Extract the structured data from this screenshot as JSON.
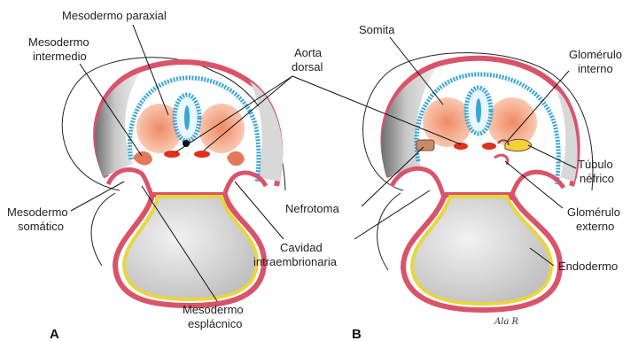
{
  "panel_a": {
    "letter": "A",
    "labels": {
      "mesodermo_paraxial": "Mesodermo paraxial",
      "mesodermo_intermedio_1": "Mesodermo",
      "mesodermo_intermedio_2": "intermedio",
      "aorta_dorsal_1": "Aorta",
      "aorta_dorsal_2": "dorsal",
      "mesodermo_somatico_1": "Mesodermo",
      "mesodermo_somatico_2": "somático",
      "mesodermo_esplacnico_1": "Mesodermo",
      "mesodermo_esplacnico_2": "esplácnico"
    }
  },
  "panel_b": {
    "letter": "B",
    "labels": {
      "somita": "Somita",
      "glomerulo_interno_1": "Glomérulo",
      "glomerulo_interno_2": "interno",
      "tubulo_nefrico_1": "Túbulo",
      "tubulo_nefrico_2": "néfrico",
      "nefrotoma": "Nefrotoma",
      "glomerulo_externo_1": "Glomérulo",
      "glomerulo_externo_2": "externo",
      "cavidad_1": "Cavidad",
      "cavidad_2": "intraembrionaria",
      "endodermo": "Endodermo"
    },
    "signature": "Ala R"
  },
  "colors": {
    "ectoderm_red": "#d9546a",
    "neural_blue": "#3aa6d8",
    "mesoderm_salmon": "#f4a483",
    "yolk_gray": "#cfcfcf",
    "endoderm_yellow": "#e8d640",
    "aorta_red": "#e0301e"
  }
}
